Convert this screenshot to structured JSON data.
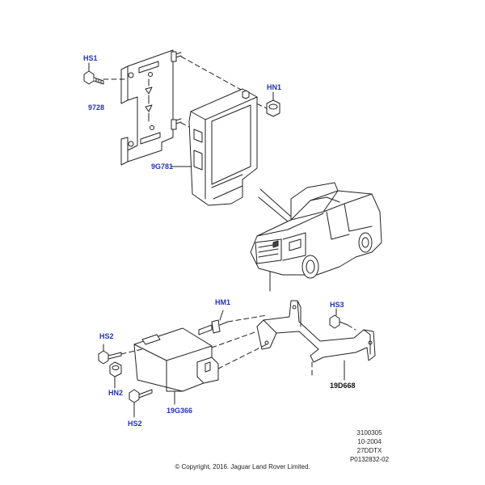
{
  "callouts": {
    "hs1": "HS1",
    "p9728": "9728",
    "hn1": "HN1",
    "p9g781": "9G781",
    "hm1": "HM1",
    "hs3": "HS3",
    "hs2_top": "HS2",
    "hn2": "HN2",
    "hs2_bottom": "HS2",
    "p19g366": "19G366",
    "p19d668": "19D668"
  },
  "reference": {
    "code": "3100305",
    "date": "10-2004",
    "variant": "27DDTX",
    "drawing": "P0132832-02"
  },
  "copyright": "© Copyright, 2016. Jaguar Land Rover Limited.",
  "colors": {
    "callout": "#2233bb",
    "line": "#222222"
  }
}
